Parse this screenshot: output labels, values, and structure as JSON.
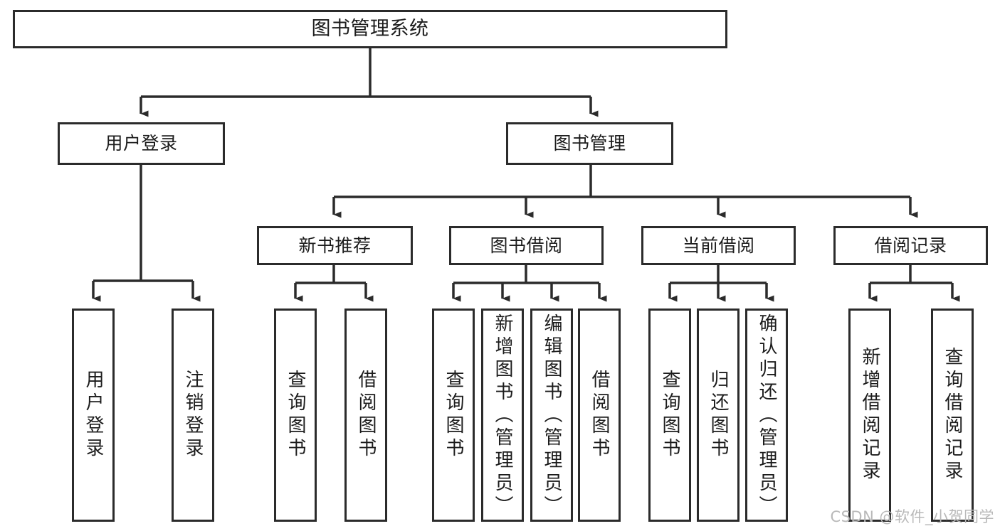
{
  "diagram": {
    "title": "图书管理系统",
    "type": "tree-hierarchy-chart",
    "colors": {
      "line": "#2b2b2b",
      "box_border": "#2b2b2b",
      "box_fill": "#ffffff",
      "text": "#1c1c1c",
      "watermark": "#b9b9b9"
    },
    "root": {
      "label": "图书管理系统"
    },
    "level2": [
      {
        "label": "用户登录"
      },
      {
        "label": "图书管理"
      }
    ],
    "level3": [
      {
        "label": "新书推荐"
      },
      {
        "label": "图书借阅"
      },
      {
        "label": "当前借阅"
      },
      {
        "label": "借阅记录"
      }
    ],
    "leaves": [
      {
        "label": "用户登录",
        "parent": "用户登录"
      },
      {
        "label": "注销登录",
        "parent": "用户登录"
      },
      {
        "label": "查询图书",
        "parent": "新书推荐"
      },
      {
        "label": "借阅图书",
        "parent": "新书推荐"
      },
      {
        "label": "查询图书",
        "parent": "图书借阅"
      },
      {
        "label": "新增图书（管理员）",
        "parent": "图书借阅"
      },
      {
        "label": "编辑图书（管理员）",
        "parent": "图书借阅"
      },
      {
        "label": "借阅图书",
        "parent": "图书借阅"
      },
      {
        "label": "查询图书",
        "parent": "当前借阅"
      },
      {
        "label": "归还图书",
        "parent": "当前借阅"
      },
      {
        "label": "确认归还（管理员）",
        "parent": "当前借阅"
      },
      {
        "label": "新增借阅记录",
        "parent": "借阅记录"
      },
      {
        "label": "查询借阅记录",
        "parent": "借阅记录"
      }
    ]
  },
  "watermark": {
    "text": "CSDN @软件_小贺同学"
  }
}
